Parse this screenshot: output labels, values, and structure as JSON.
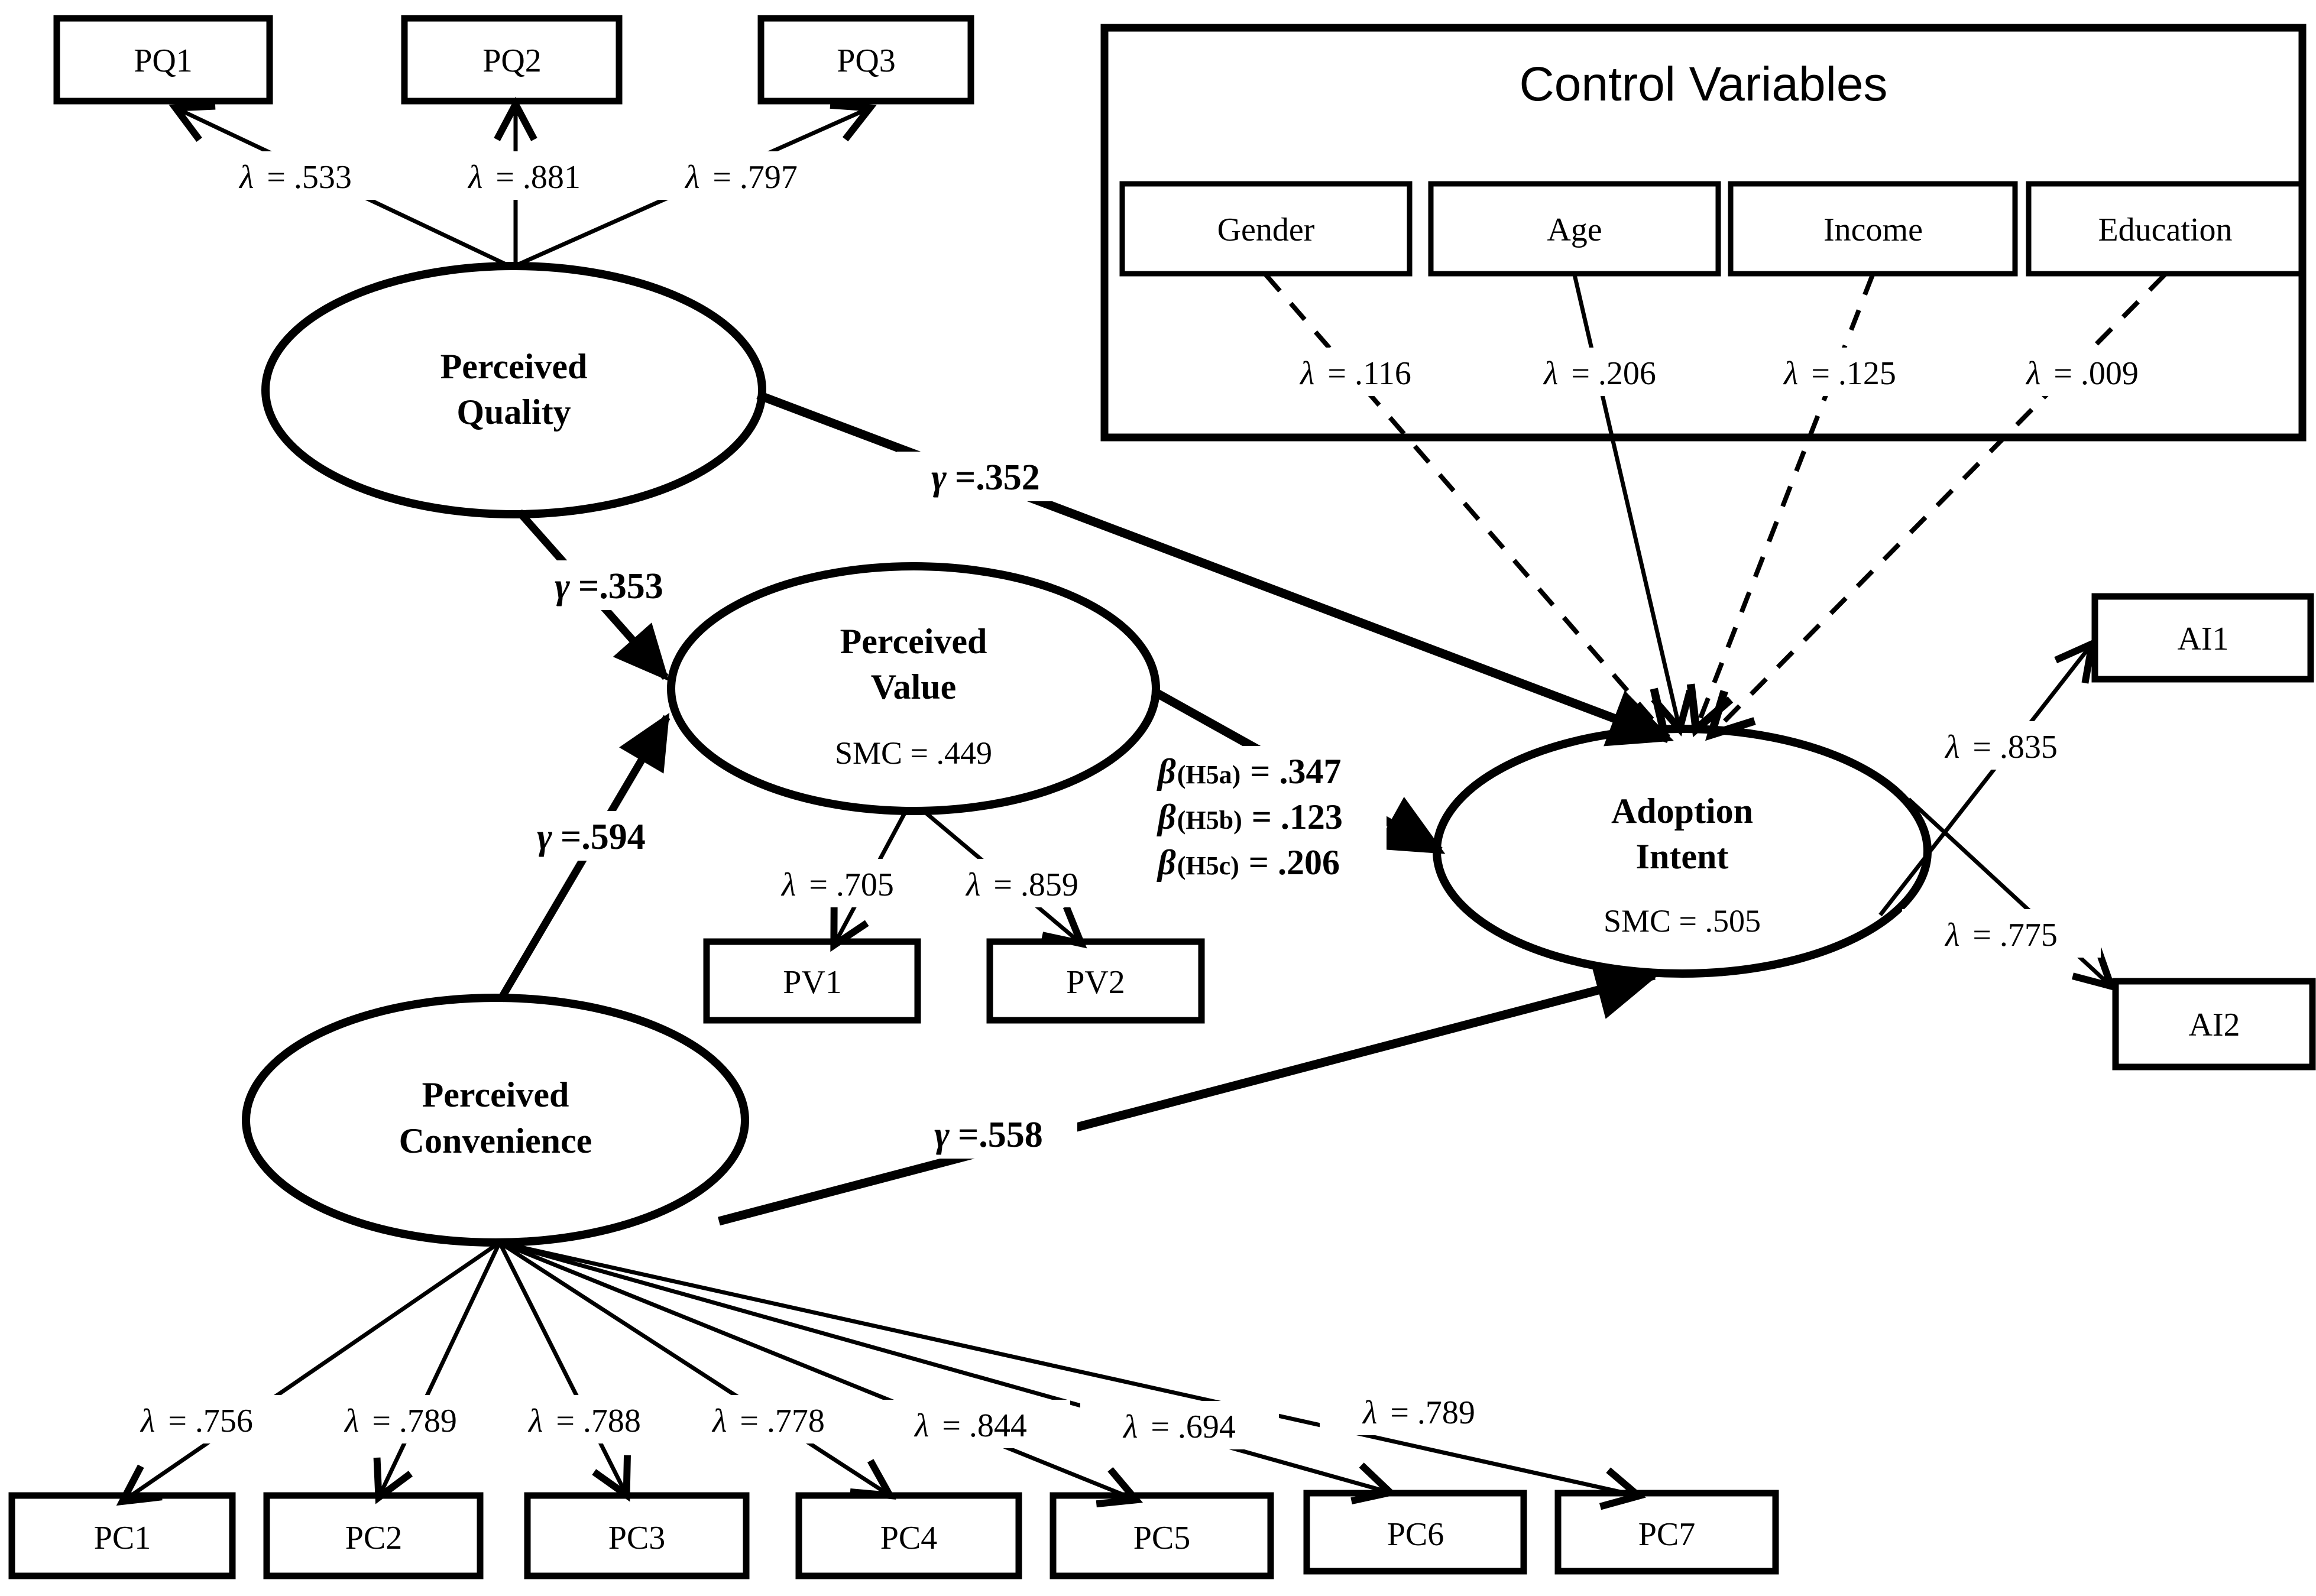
{
  "control_box": {
    "title": "Control Variables",
    "items": [
      {
        "label": "Gender",
        "sym": "λ",
        "val": "= .116"
      },
      {
        "label": "Age",
        "sym": "λ",
        "val": "= .206"
      },
      {
        "label": "Income",
        "sym": "λ",
        "val": "= .125"
      },
      {
        "label": "Education",
        "sym": "λ",
        "val": "= .009"
      }
    ]
  },
  "latents": {
    "pq": {
      "line1": "Perceived",
      "line2": "Quality"
    },
    "pv": {
      "line1": "Perceived",
      "line2": "Value",
      "smc": "SMC = .449"
    },
    "pc": {
      "line1": "Perceived",
      "line2": "Convenience"
    },
    "ai": {
      "line1": "Adoption",
      "line2": "Intent",
      "smc": "SMC = .505"
    }
  },
  "indicators": {
    "pq": [
      {
        "label": "PQ1",
        "sym": "λ",
        "val": "= .533"
      },
      {
        "label": "PQ2",
        "sym": "λ",
        "val": "= .881"
      },
      {
        "label": "PQ3",
        "sym": "λ",
        "val": "= .797"
      }
    ],
    "pv": [
      {
        "label": "PV1",
        "sym": "λ",
        "val": "= .705"
      },
      {
        "label": "PV2",
        "sym": "λ",
        "val": "= .859"
      }
    ],
    "ai": [
      {
        "label": "AI1",
        "sym": "λ",
        "val": "= .835"
      },
      {
        "label": "AI2",
        "sym": "λ",
        "val": "= .775"
      }
    ],
    "pc": [
      {
        "label": "PC1",
        "sym": "λ",
        "val": "= .756"
      },
      {
        "label": "PC2",
        "sym": "λ",
        "val": "= .789"
      },
      {
        "label": "PC3",
        "sym": "λ",
        "val": "= .788"
      },
      {
        "label": "PC4",
        "sym": "λ",
        "val": "= .778"
      },
      {
        "label": "PC5",
        "sym": "λ",
        "val": "= .844"
      },
      {
        "label": "PC6",
        "sym": "λ",
        "val": "= .694"
      },
      {
        "label": "PC7",
        "sym": "λ",
        "val": "= .789"
      }
    ]
  },
  "paths": {
    "pq_ai": {
      "sym": "γ",
      "val": "=.352"
    },
    "pq_pv": {
      "sym": "γ",
      "val": "=.353"
    },
    "pc_pv": {
      "sym": "γ",
      "val": "=.594"
    },
    "pc_ai": {
      "sym": "γ",
      "val": "=.558"
    },
    "pv_ai": [
      {
        "sym": "β",
        "sub": "(H5a)",
        "val": "= .347"
      },
      {
        "sym": "β",
        "sub": "(H5b)",
        "val": "= .123"
      },
      {
        "sym": "β",
        "sub": "(H5c)",
        "val": "= .206"
      }
    ]
  }
}
